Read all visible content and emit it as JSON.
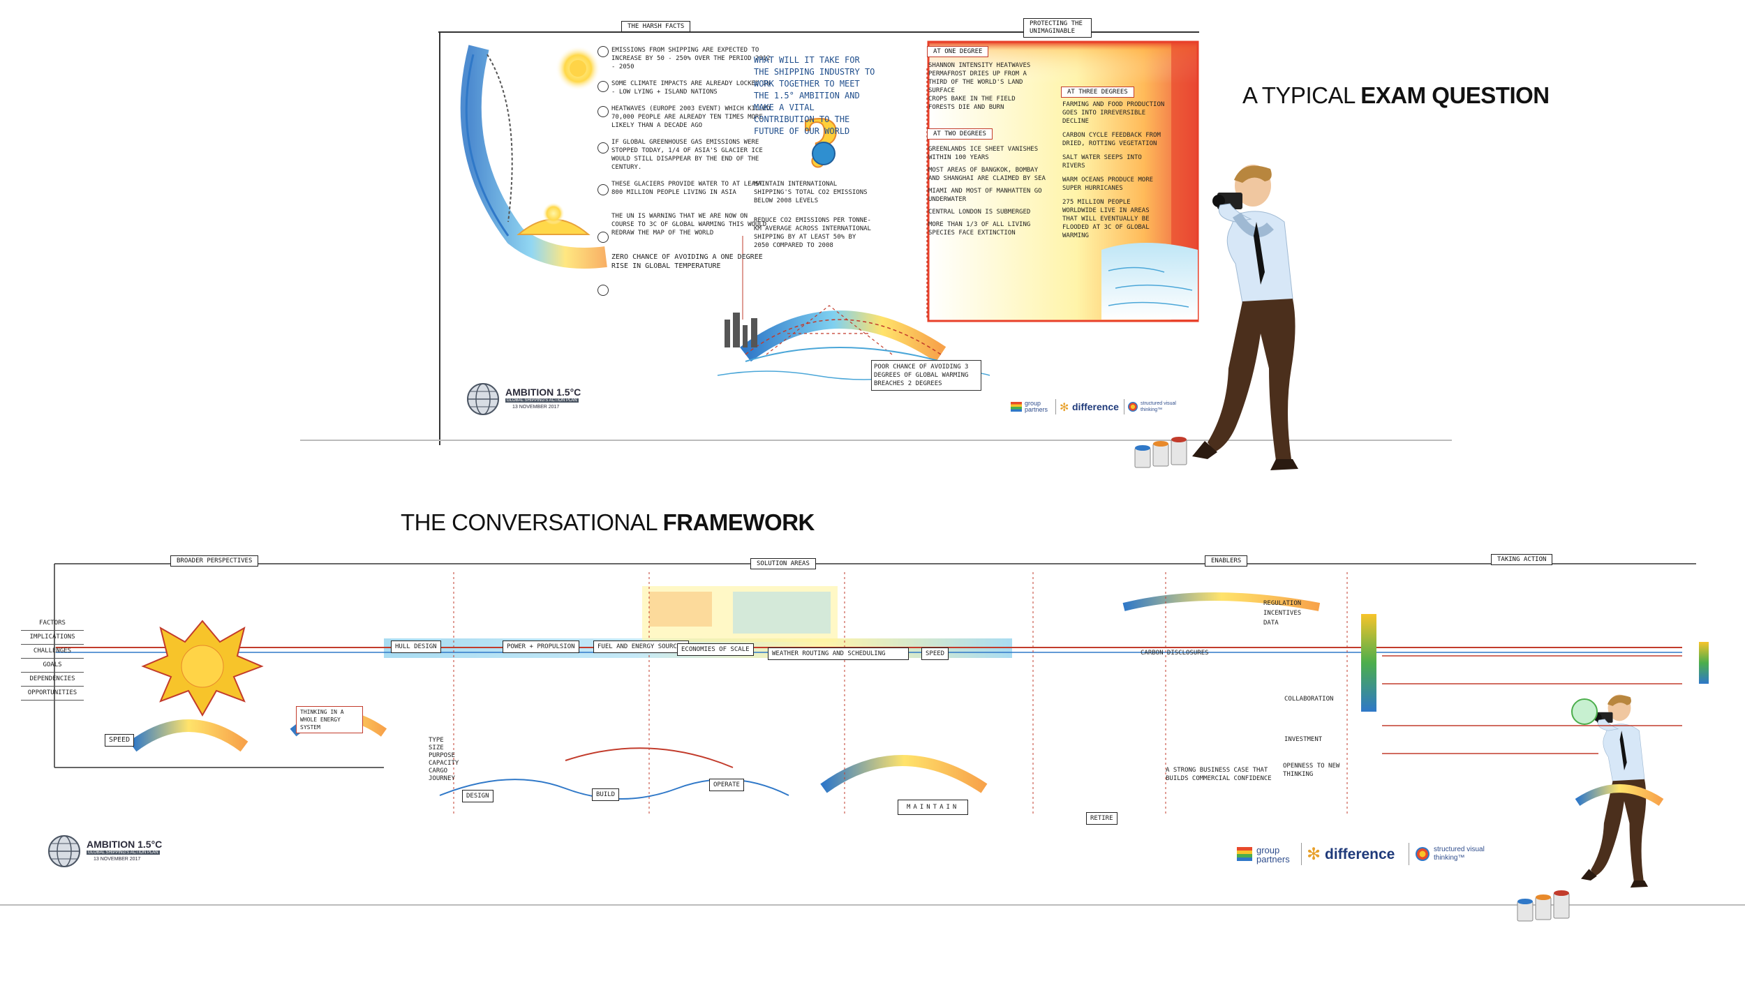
{
  "headings": {
    "exam_prefix": "A TYPICAL",
    "exam_bold": "EXAM QUESTION",
    "conv_prefix": "THE CONVERSATIONAL",
    "conv_bold": "FRAMEWORK"
  },
  "exam_board": {
    "harsh_facts_label": "THE HARSH FACTS",
    "protecting_label": "PROTECTING THE UNIMAGINABLE",
    "facts": [
      "EMISSIONS FROM SHIPPING ARE EXPECTED TO INCREASE BY 50 - 250% OVER THE PERIOD 2012 - 2050",
      "SOME CLIMATE IMPACTS ARE ALREADY LOCKED IN - LOW LYING + ISLAND NATIONS",
      "HEATWAVES (EUROPE 2003 EVENT) WHICH KILLED 70,000 PEOPLE ARE ALREADY TEN TIMES MORE LIKELY THAN A DECADE AGO",
      "IF GLOBAL GREENHOUSE GAS EMISSIONS WERE STOPPED TODAY, 1/4 OF ASIA'S GLACIER ICE WOULD STILL DISAPPEAR BY THE END OF THE CENTURY.",
      "THESE GLACIERS PROVIDE WATER TO AT LEAST 800 MILLION PEOPLE LIVING IN ASIA",
      "THE UN IS WARNING THAT WE ARE NOW ON COURSE TO 3C OF GLOBAL WARMING THIS WOULD REDRAW THE MAP OF THE WORLD",
      "ZERO CHANCE OF AVOIDING A ONE DEGREE RISE IN GLOBAL TEMPERATURE"
    ],
    "question": "WHAT WILL IT TAKE for THE SHIPPING INDUSTRY TO WORK TOGETHER TO MEET THE 1.5° AMBITION AND MAKE A VITAL CONTRIBUTION TO THE FUTURE OF OUR WORLD",
    "center_notes": [
      "MAINTAIN INTERNATIONAL SHIPPING'S TOTAL CO2 EMISSIONS BELOW 2008 LEVELS",
      "REDUCE CO2 EMISSIONS PER TONNE-KM AVERAGE ACROSS INTERNATIONAL SHIPPING BY AT LEAST 50% BY 2050 COMPARED TO 2008"
    ],
    "one_degree_label": "AT ONE DEGREE",
    "one_degree_items": [
      "SHANNON INTENSITY HEATWAVES",
      "PERMAFROST DRIES UP FROM A THIRD OF THE WORLD'S LAND SURFACE",
      "CROPS BAKE IN THE FIELD",
      "FORESTS DIE AND BURN"
    ],
    "two_degrees_label": "AT TWO DEGREES",
    "two_degrees_items": [
      "GREENLANDS ICE SHEET VANISHES WITHIN 100 YEARS",
      "MOST AREAS OF BANGKOK, BOMBAY AND SHANGHAI ARE CLAIMED BY SEA",
      "MIAMI AND MOST OF MANHATTEN GO UNDERWATER",
      "CENTRAL LONDON IS SUBMERGED",
      "MORE THAN 1/3 OF ALL LIVING SPECIES FACE EXTINCTION"
    ],
    "three_degrees_label": "AT THREE DEGREES",
    "three_degrees_items": [
      "FARMING AND FOOD PRODUCTION GOES INTO IRREVERSIBLE DECLINE",
      "CARBON CYCLE FEEDBACK FROM DRIED, ROTTING VEGETATION",
      "SALT WATER SEEPS INTO RIVERS",
      "WARM OCEANS PRODUCE MORE SUPER HURRICANES",
      "275 MILLION PEOPLE WORLDWIDE LIVE IN AREAS THAT WILL EVENTUALLY BE FLOODED AT 3C OF GLOBAL WARMING"
    ],
    "poor_chance": "POOR CHANCE OF AVOIDING 3 DEGREES OF GLOBAL WARMING BREACHES 2 DEGREES"
  },
  "logos": {
    "ambition_title": "AMBITION 1.5°C",
    "ambition_sub": "GLOBAL SHIPPING'S ACTION PLAN",
    "ambition_date": "13 NOVEMBER 2017",
    "group_partners": "group partners",
    "difference": "difference",
    "structured": "structured visual thinking™"
  },
  "framework": {
    "left_list": [
      "FACTORS",
      "IMPLICATIONS",
      "CHALLENGES",
      "GOALS",
      "DEPENDENCIES",
      "OPPORTUNITIES"
    ],
    "section_labels": [
      "BROADER PERSPECTIVES",
      "SOLUTION AREAS",
      "ENABLERS",
      "TAKING ACTION"
    ],
    "solution_areas": [
      "HULL DESIGN",
      "POWER + PROPULSION",
      "FUEL AND ENERGY SOURCES",
      "ECONOMIES OF SCALE",
      "WEATHER ROUTING AND SCHEDULING",
      "SPEED"
    ],
    "enablers": [
      "REGULATION",
      "INCENTIVES",
      "DATA",
      "CARBON DISCLOSURES",
      "COLLABORATION",
      "INVESTMENT"
    ],
    "lifecycle": [
      "DESIGN",
      "BUILD",
      "OPERATE",
      "MAINTAIN",
      "RETIRE"
    ],
    "type_list": [
      "TYPE",
      "SIZE",
      "PURPOSE",
      "CAPACITY",
      "CARGO",
      "JOURNEY"
    ],
    "speed_box": "SPEED",
    "energy_system": "THINKING IN A WHOLE ENERGY SYSTEM",
    "commercial": "A STRONG BUSINESS CASE THAT BUILDS COMMERCIAL CONFIDENCE",
    "future_thinking": "OPENNESS TO NEW THINKING"
  }
}
